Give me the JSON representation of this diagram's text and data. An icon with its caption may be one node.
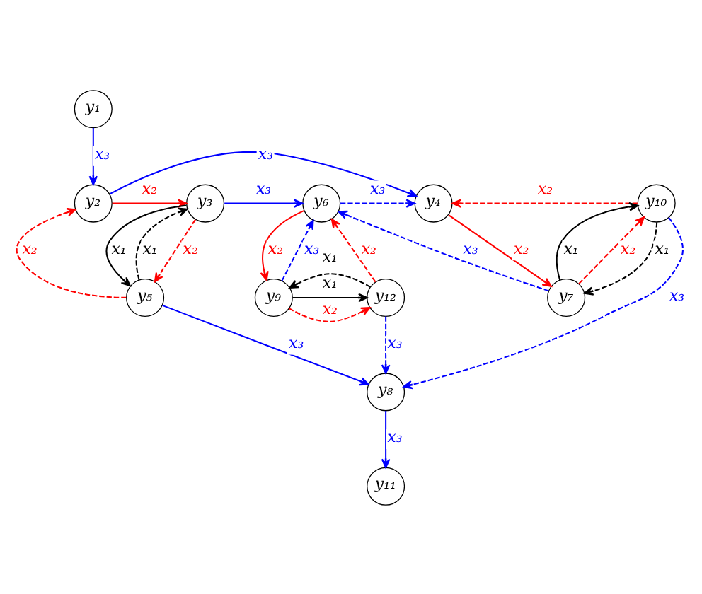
{
  "diagram": {
    "nodes": [
      {
        "text": [
          "y₁"
        ]
      },
      {
        "text": [
          "y₂"
        ]
      },
      {
        "text": [
          "y₃"
        ]
      },
      {
        "text": [
          "y₆"
        ]
      },
      {
        "text": [
          "y₄"
        ]
      },
      {
        "text": [
          "y₁₀"
        ]
      },
      {
        "text": [
          "y₅"
        ]
      },
      {
        "text": [
          "y₉"
        ]
      },
      {
        "text": [
          "y₁₂"
        ]
      },
      {
        "text": [
          "y₇"
        ]
      },
      {
        "text": [
          "y₈"
        ]
      },
      {
        "text": [
          "y₁₁"
        ]
      }
    ],
    "edges": [
      {
        "from": 0,
        "to": 1,
        "arrow": "to",
        "label": "x₃"
      },
      {
        "from": 1,
        "to": 4,
        "arrow": "to",
        "label": "x₃"
      },
      {
        "from": 1,
        "to": 2,
        "arrow": "to",
        "label": "x₂",
        "color": "#ff0000"
      },
      {
        "from": 2,
        "to": 3,
        "arrow": "to",
        "label": "x₃"
      },
      {
        "from": 3,
        "to": 4,
        "arrow": "to",
        "label": "x₃",
        "style": "dashed"
      },
      {
        "from": 5,
        "to": 4,
        "arrow": "to",
        "label": "x₂",
        "style": "dashed",
        "color": "#ff0000"
      },
      {
        "from": 6,
        "to": 1,
        "arrow": "to",
        "label": "x₂",
        "style": "dashed",
        "color": "#ff0000"
      },
      {
        "from": 6,
        "to": 2,
        "arrow": "to",
        "label": "x₁",
        "style": "dashed",
        "color": "#000000"
      },
      {
        "from": 2,
        "to": 6,
        "arrow": "to",
        "label": "x₂",
        "style": "dashed",
        "color": "#ff0000"
      },
      {
        "from": 2,
        "to": 6,
        "arrow": "to",
        "label": "x₁",
        "color": "#000000"
      },
      {
        "from": 7,
        "to": 3,
        "arrow": "to",
        "label": "x₃",
        "style": "dashed"
      },
      {
        "from": 3,
        "to": 7,
        "arrow": "to",
        "label": "x₂",
        "color": "#ff0000"
      },
      {
        "from": 8,
        "to": 3,
        "arrow": "to",
        "label": "x₂",
        "style": "dashed",
        "color": "#ff0000"
      },
      {
        "from": 9,
        "to": 3,
        "arrow": "to",
        "label": "x₃",
        "style": "dashed"
      },
      {
        "from": 7,
        "to": 8,
        "arrow": "to",
        "label": "x₁",
        "color": "#000000"
      },
      {
        "from": 7,
        "to": 8,
        "arrow": "to",
        "label": "x₂",
        "style": "dashed",
        "color": "#ff0000"
      },
      {
        "from": 8,
        "to": 7,
        "arrow": "to",
        "label": "x₁",
        "style": "dashed",
        "color": "#000000"
      },
      {
        "from": 4,
        "to": 9,
        "arrow": "to",
        "label": "x₂",
        "color": "#ff0000"
      },
      {
        "from": 9,
        "to": 5,
        "arrow": "to",
        "label": "x₁",
        "color": "#000000"
      },
      {
        "from": 9,
        "to": 5,
        "arrow": "to",
        "label": "x₂",
        "style": "dashed",
        "color": "#ff0000"
      },
      {
        "from": 5,
        "to": 9,
        "arrow": "to",
        "label": "x₁",
        "style": "dashed",
        "color": "#000000"
      },
      {
        "from": 6,
        "to": 10,
        "arrow": "to",
        "label": "x₃"
      },
      {
        "from": 8,
        "to": 10,
        "arrow": "to",
        "label": "x₃",
        "style": "dashed"
      },
      {
        "from": 5,
        "to": 10,
        "arrow": "to",
        "label": "x₃",
        "style": "dashed"
      },
      {
        "from": 10,
        "to": 11,
        "arrow": "to",
        "label": "x₃"
      }
    ]
  }
}
